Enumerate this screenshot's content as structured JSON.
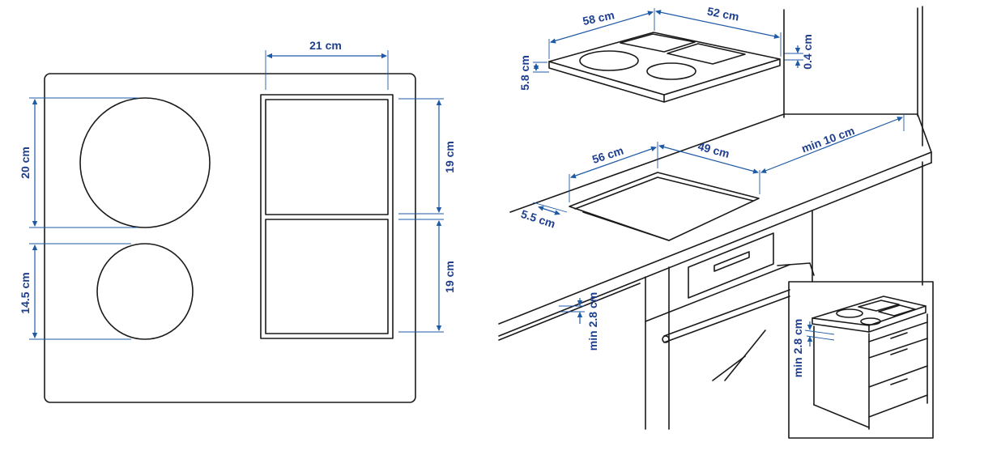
{
  "top_view": {
    "dim_top_width": "21 cm",
    "dim_left_large": "20 cm",
    "dim_left_small": "14.5 cm",
    "dim_right_upper": "19 cm",
    "dim_right_lower": "19 cm"
  },
  "hob_3d": {
    "dim_length": "58 cm",
    "dim_depth": "52 cm",
    "dim_height": "5.8 cm",
    "dim_glass": "0.4 cm"
  },
  "countertop_cutout": {
    "dim_cutout_width": "56 cm",
    "dim_cutout_depth": "49 cm",
    "dim_wall_clearance": "min 10 cm",
    "dim_front_edge": "5.5 cm",
    "dim_min_gap_oven": "min 2.8 cm"
  },
  "inset_drawer_cabinet": {
    "dim_min_gap": "min 2.8 cm"
  },
  "colors": {
    "line": "#1a1a1a",
    "dimension": "#1f5aa6",
    "label": "#1e3f8f"
  }
}
